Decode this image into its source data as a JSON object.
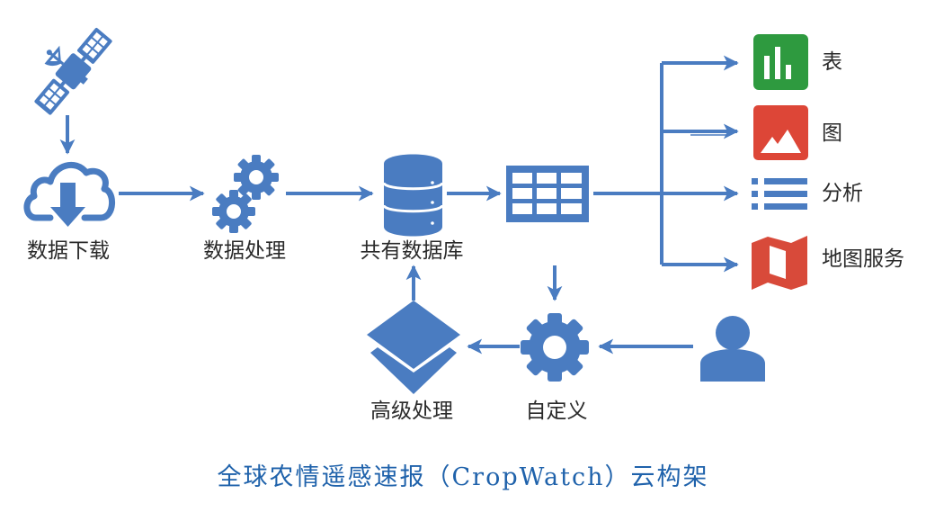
{
  "colors": {
    "flow_blue": "#4a7cc1",
    "table_green": "#2e9a3f",
    "chart_red": "#dd4637",
    "map_red": "#d84a3a",
    "label_text": "#2a2a2a",
    "title_blue": "#1f62ab"
  },
  "nodes": {
    "satellite": {
      "icon": "satellite-icon"
    },
    "download": {
      "label": "数据下载",
      "icon": "cloud-download-icon"
    },
    "processing": {
      "label": "数据处理",
      "icon": "gears-icon"
    },
    "database": {
      "label": "共有数据库",
      "icon": "database-icon"
    },
    "table_grid": {
      "icon": "table-grid-icon"
    },
    "advanced": {
      "label": "高级处理",
      "icon": "layers-icon"
    },
    "custom": {
      "label": "自定义",
      "icon": "gear-icon"
    },
    "user": {
      "icon": "user-icon"
    }
  },
  "outputs": [
    {
      "label": "表",
      "icon": "bar-chart-icon"
    },
    {
      "label": "图",
      "icon": "image-icon"
    },
    {
      "label": "分析",
      "icon": "list-icon"
    },
    {
      "label": "地图服务",
      "icon": "map-icon"
    }
  ],
  "title": "全球农情遥感速报（CropWatch）云构架"
}
